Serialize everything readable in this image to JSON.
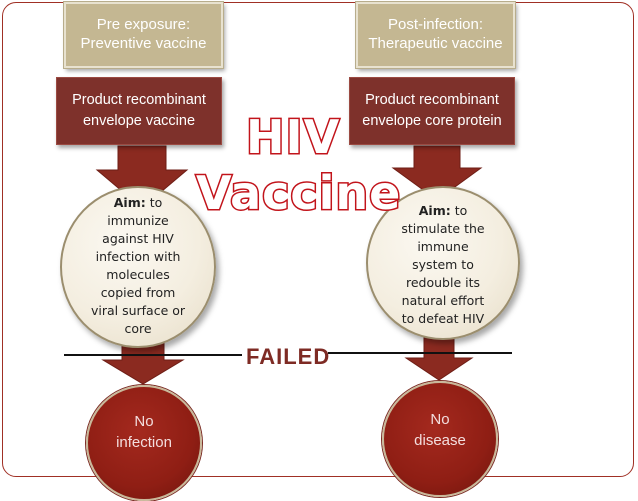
{
  "left": {
    "header_lines": [
      "Pre exposure:",
      "Preventive vaccine"
    ],
    "product_lines": [
      "Product recombinant",
      "envelope vaccine"
    ],
    "aim_label": "Aim:",
    "aim_lines": [
      " to",
      "immunize",
      "against HIV",
      "infection with",
      "molecules",
      "copied from",
      "viral surface or",
      "core"
    ],
    "result_lines": [
      "No",
      "infection"
    ]
  },
  "right": {
    "header_lines": [
      "Post-infection:",
      "Therapeutic vaccine"
    ],
    "product_lines": [
      "Product recombinant",
      "envelope core protein"
    ],
    "aim_label": "Aim:",
    "aim_lines": [
      " to",
      "stimulate the",
      "immune",
      "system to",
      "redouble its",
      "natural effort",
      "to defeat HIV"
    ],
    "result_lines": [
      "No",
      "disease"
    ]
  },
  "center": {
    "title_line1": "HIV",
    "title_line2": "Vaccine",
    "failed_label": "FAILED"
  },
  "colors": {
    "tan": "#c4b792",
    "dark_red_box": "#7e312b",
    "arrow": "#8b2a20",
    "result_red": "#8f1e14",
    "title_outline": "#c2141b",
    "failed_text": "#7e2b24"
  }
}
